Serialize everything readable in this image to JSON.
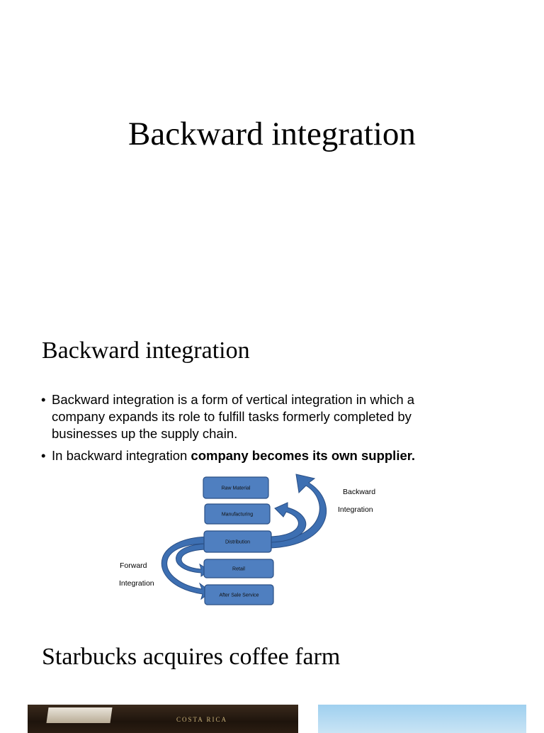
{
  "slide1": {
    "title": "Backward integration"
  },
  "slide2": {
    "heading": "Backward integration",
    "bullet_char": "•",
    "bullet1": "Backward integration is a form of vertical integration in which a company expands its role to fulfill tasks formerly completed by businesses up the supply chain.",
    "bullet2_prefix": "In backward integration ",
    "bullet2_bold": "company becomes its own supplier.",
    "diagram": {
      "boxes": [
        "Raw Material",
        "Manufacturing",
        "Distribution",
        "Retail",
        "After Sale Service"
      ],
      "backward_label_1": "Backward",
      "backward_label_2": "Integration",
      "forward_label_1": "Forward",
      "forward_label_2": "Integration",
      "box_fill": "#4f7fc0",
      "arrow_fill": "#3d6fb2"
    }
  },
  "slide3": {
    "heading": "Starbucks acquires coffee farm",
    "photo_left_sign": "COSTA RICA"
  }
}
